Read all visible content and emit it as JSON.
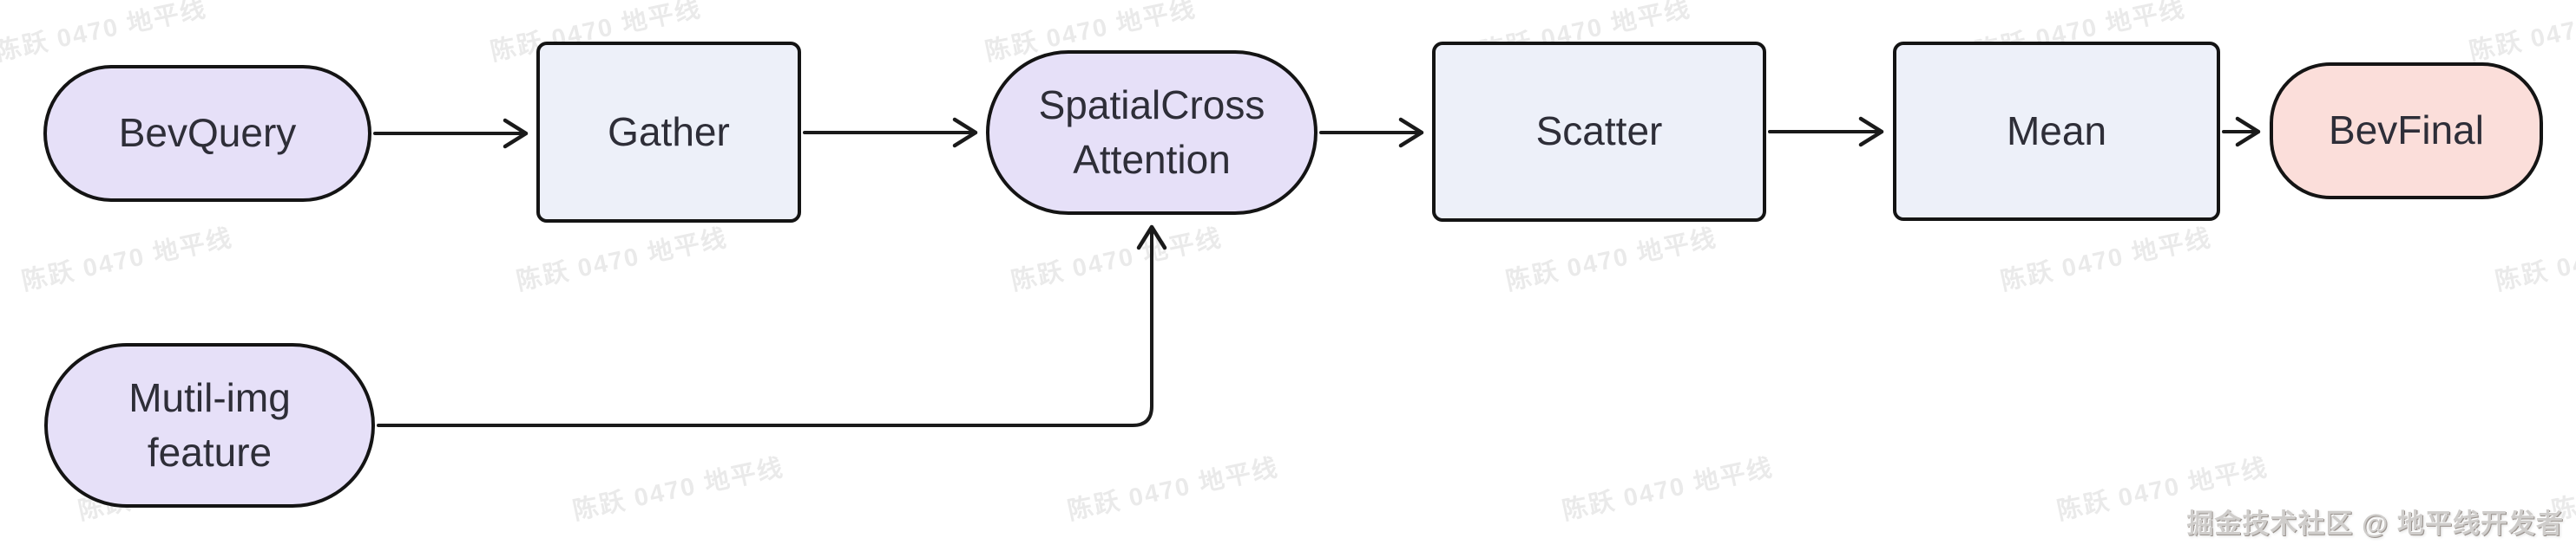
{
  "diagram": {
    "nodes": [
      {
        "id": "bevquery",
        "lines": [
          "BevQuery"
        ],
        "shape": "stadium",
        "fill": "#e6e0f8"
      },
      {
        "id": "gather",
        "lines": [
          "Gather"
        ],
        "shape": "rect",
        "fill": "#edf0f9"
      },
      {
        "id": "spatial-cross-attention",
        "lines": [
          "SpatialCross",
          "Attention"
        ],
        "shape": "stadium",
        "fill": "#e6e0f8"
      },
      {
        "id": "scatter",
        "lines": [
          "Scatter"
        ],
        "shape": "rect",
        "fill": "#edf0f9"
      },
      {
        "id": "mean",
        "lines": [
          "Mean"
        ],
        "shape": "rect",
        "fill": "#edf0f9"
      },
      {
        "id": "bevfinal",
        "lines": [
          "BevFinal"
        ],
        "shape": "stadium",
        "fill": "#fbdeda"
      },
      {
        "id": "mutil-img-feature",
        "lines": [
          "Mutil-img",
          "feature"
        ],
        "shape": "stadium",
        "fill": "#e6e0f8"
      }
    ],
    "edges": [
      {
        "from": "BevQuery",
        "to": "Gather"
      },
      {
        "from": "Gather",
        "to": "SpatialCrossAttention"
      },
      {
        "from": "SpatialCrossAttention",
        "to": "Scatter"
      },
      {
        "from": "Scatter",
        "to": "Mean"
      },
      {
        "from": "Mean",
        "to": "BevFinal"
      },
      {
        "from": "Mutil-img feature",
        "to": "SpatialCrossAttention"
      }
    ],
    "colors": {
      "node_purple": "#e6e0f8",
      "node_blue": "#edf0f9",
      "node_pink": "#fbdeda",
      "border": "#141414",
      "text": "#2e2e38",
      "edge": "#1a1a1a"
    }
  },
  "watermark": {
    "tile_text": "陈跃 0470 地平线",
    "credit_text": "掘金技术社区 @ 地平线开发者"
  }
}
